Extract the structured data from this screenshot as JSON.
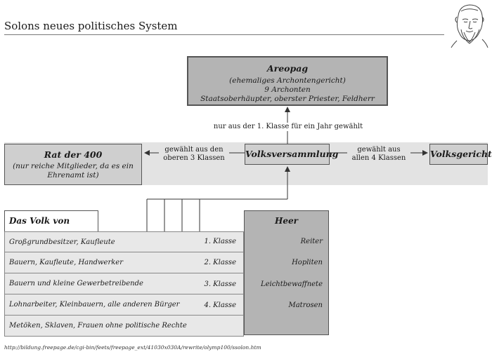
{
  "title": "Solons neues politisches System",
  "areopag": {
    "name": "Areopag",
    "line1": "(ehemaliges Archontengericht)",
    "line2": "9 Archonten",
    "line3": "Staatsoberhäupter, oberster Priester, Feldherr"
  },
  "edge_areopag": "nur aus der 1. Klasse für ein Jahr gewählt",
  "rat": {
    "name": "Rat der 400",
    "line1": "(nur reiche Mitglieder, da es ein",
    "line2": "Ehrenamt ist)"
  },
  "edge_rat": {
    "line1": "gewählt aus den",
    "line2": "oberen 3 Klassen"
  },
  "volksversammlung": "Volksversammlung",
  "edge_gericht": {
    "line1": "gewählt aus",
    "line2": "allen 4 Klassen"
  },
  "volksgericht": "Volksgericht",
  "volk": {
    "header": "Das Volk von Athen",
    "rows": [
      "Großgrundbesitzer, Kaufleute",
      "Bauern, Kaufleute, Handwerker",
      "Bauern und kleine Gewerbetreibende",
      "Lohnarbeiter, Kleinbauern, alle anderen Bürger",
      "Metöken, Sklaven, Frauen ohne politische Rechte"
    ]
  },
  "heer": {
    "header": "Heer",
    "classes": [
      "1. Klasse",
      "2. Klasse",
      "3. Klasse",
      "4. Klasse"
    ],
    "units": [
      "Reiter",
      "Hopliten",
      "Leichtbewaffnete",
      "Matrosen"
    ]
  },
  "footer": "http://bildung.freepage.de/cgi-bin/feets/freepage_ext/41030x030A/rewrite/olymp100/ssolon.htm"
}
